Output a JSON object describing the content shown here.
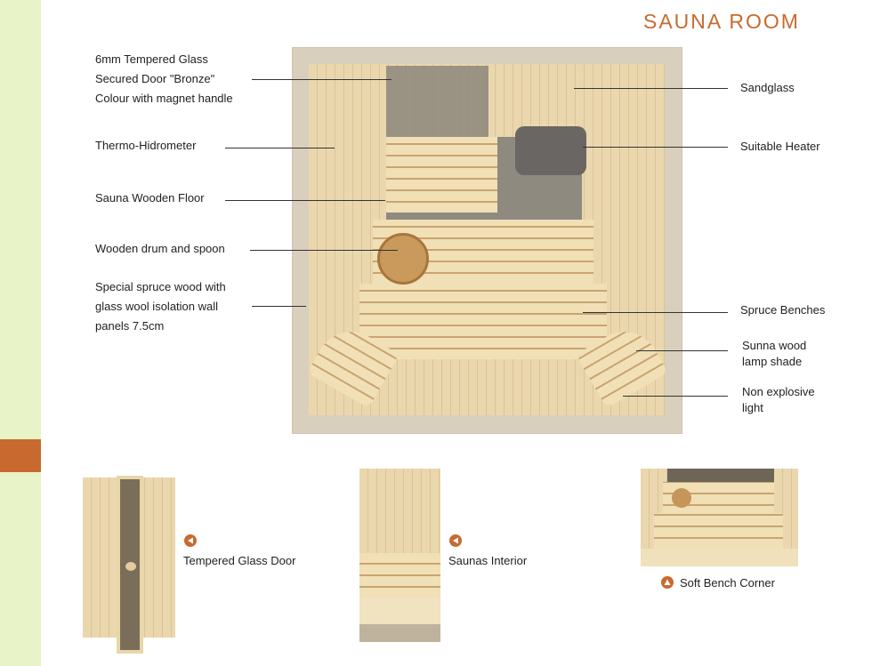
{
  "title": "SAUNA ROOM",
  "colors": {
    "accent": "#c86a2f",
    "stripe": "#e9f3c8"
  },
  "callouts_left": [
    {
      "lines": [
        "6mm Tempered Glass",
        "Secured Door \"Bronze\"",
        "Colour with magnet handle"
      ]
    },
    {
      "lines": [
        "Thermo-Hidrometer"
      ]
    },
    {
      "lines": [
        "Sauna Wooden Floor"
      ]
    },
    {
      "lines": [
        "Wooden drum and spoon"
      ]
    },
    {
      "lines": [
        "Special spruce wood with",
        "glass wool isolation wall",
        "panels 7.5cm"
      ]
    }
  ],
  "callouts_right": [
    {
      "lines": [
        "Sandglass"
      ]
    },
    {
      "lines": [
        "Suitable Heater"
      ]
    },
    {
      "lines": [
        "Spruce  Benches"
      ]
    },
    {
      "lines": [
        "Sunna wood",
        "lamp shade"
      ]
    },
    {
      "lines": [
        "Non explosive",
        "light"
      ]
    }
  ],
  "thumbnails": [
    {
      "caption": "Tempered  Glass Door",
      "icon": "left-arrow-icon"
    },
    {
      "caption": "Saunas Interior",
      "icon": "left-arrow-icon"
    },
    {
      "caption": "Soft Bench Corner",
      "icon": "up-arrow-icon"
    }
  ]
}
